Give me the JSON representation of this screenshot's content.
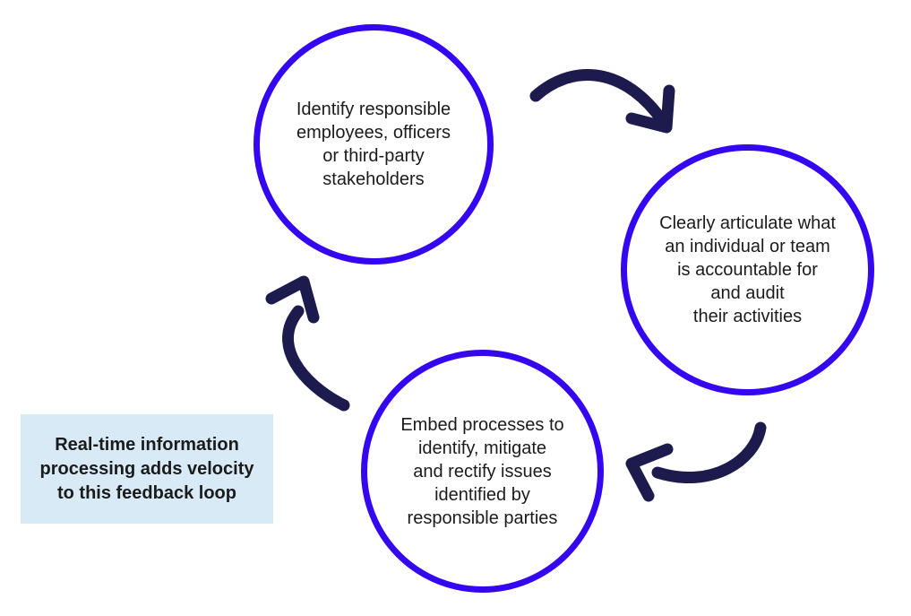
{
  "colors": {
    "circle_border": "#3407f0",
    "arrow": "#1d1b4d",
    "text": "#1b1b1b",
    "info_box_bg": "#d9eaf7",
    "background": "#ffffff"
  },
  "cycle": {
    "steps": [
      {
        "label": "Identify responsible\nemployees, officers\nor third-party\nstakeholders"
      },
      {
        "label": "Clearly articulate what\nan individual or team\nis accountable for\nand audit\ntheir activities"
      },
      {
        "label": "Embed processes to\nidentify, mitigate\nand rectify issues\nidentified by\nresponsible parties"
      }
    ]
  },
  "info_box": {
    "text": "Real-time information\nprocessing adds velocity\nto this feedback loop"
  }
}
